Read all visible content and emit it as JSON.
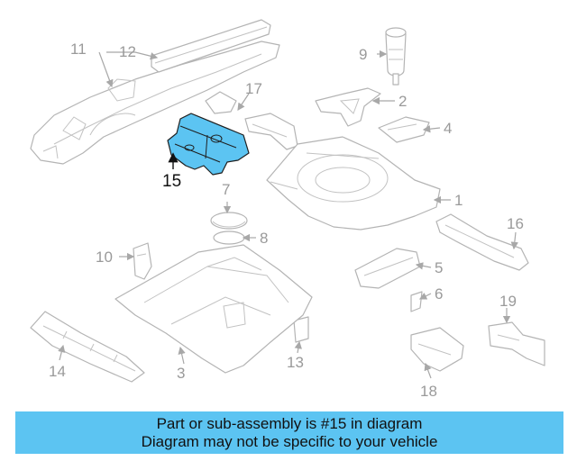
{
  "diagram": {
    "highlighted_part": "15",
    "highlight_color": "#5cc4f2",
    "callouts": {
      "c1": "1",
      "c2": "2",
      "c3": "3",
      "c4": "4",
      "c5": "5",
      "c6": "6",
      "c7": "7",
      "c8": "8",
      "c9": "9",
      "c10": "10",
      "c11": "11",
      "c12": "12",
      "c13": "13",
      "c14": "14",
      "c15": "15",
      "c16": "16",
      "c17": "17",
      "c18": "18",
      "c19": "19"
    }
  },
  "banner": {
    "line1": "Part or sub-assembly is #15 in diagram",
    "line2": "Diagram may not be specific to your vehicle",
    "background": "#5cc4f2"
  }
}
